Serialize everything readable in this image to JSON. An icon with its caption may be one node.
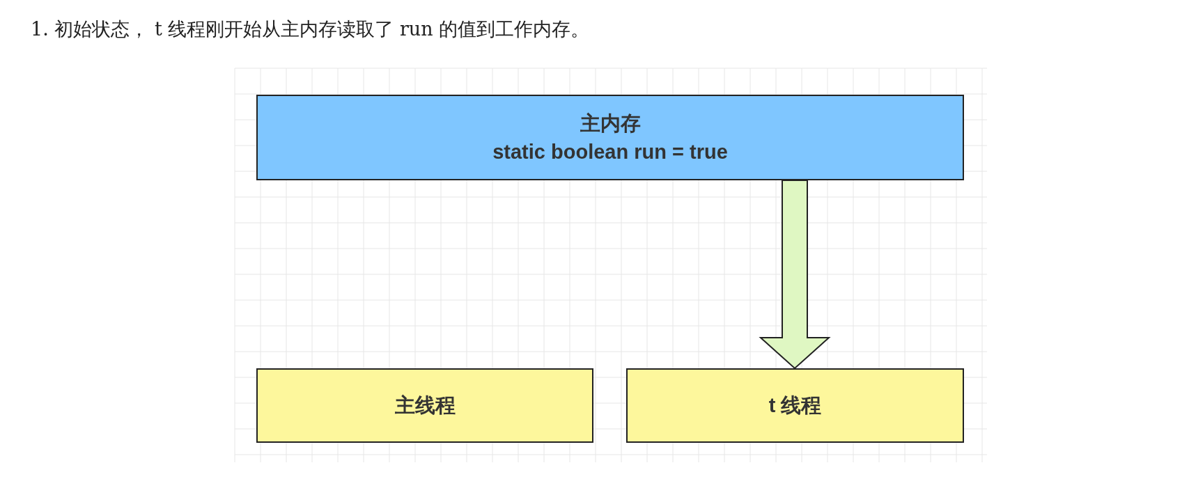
{
  "diagram": {
    "title": "1. 初始状态， t 线程刚开始从主内存读取了 run 的值到工作内存。",
    "nodes": [
      {
        "text": [
          "主内存",
          "static boolean run = true"
        ]
      },
      {
        "text": [
          "主线程"
        ]
      },
      {
        "text": [
          "t 线程"
        ]
      }
    ],
    "edges": [
      {
        "from": 0,
        "to": 2,
        "arrow": "to"
      }
    ]
  }
}
